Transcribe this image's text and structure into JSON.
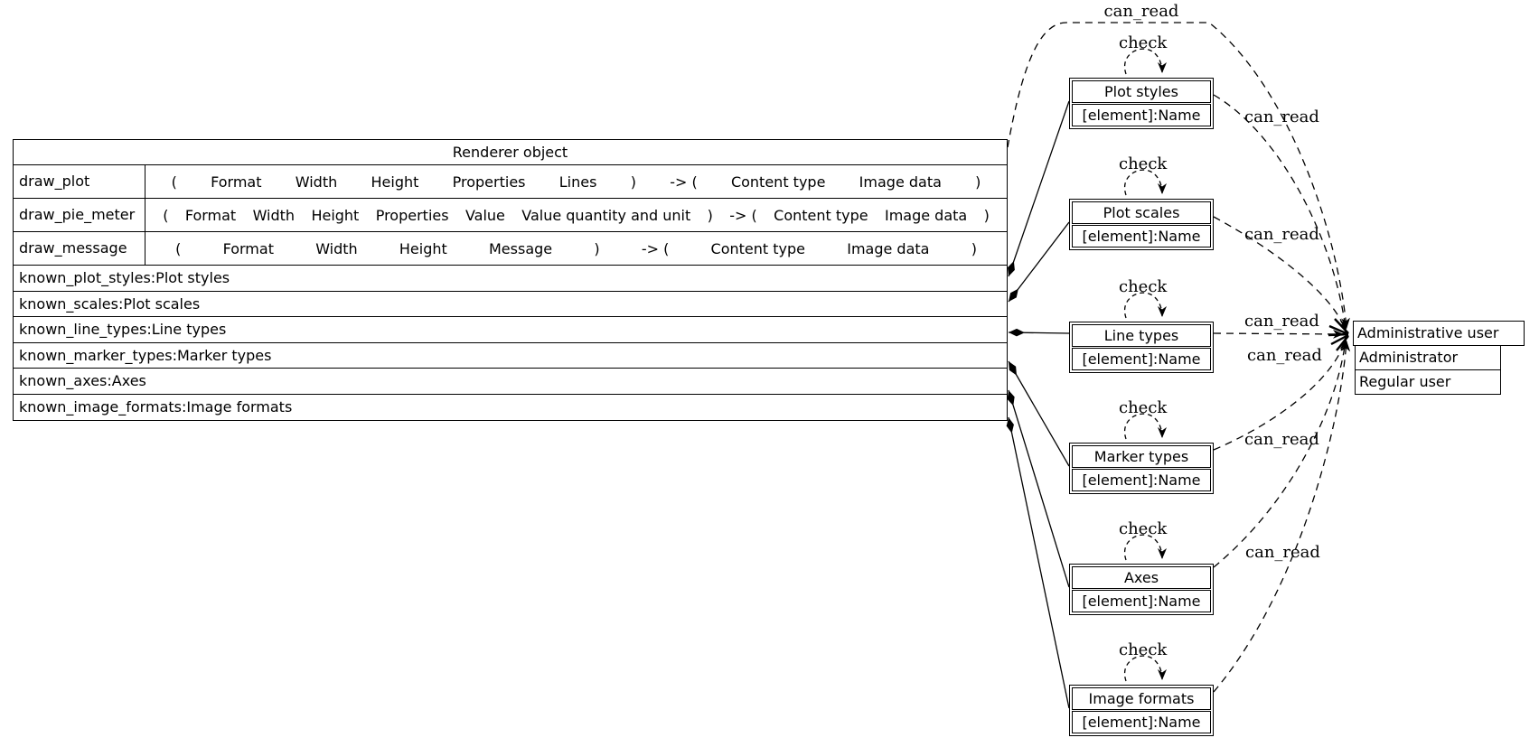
{
  "diagram_type": "uml-class-diagram",
  "renderer": {
    "title": "Renderer object",
    "methods": [
      {
        "name": "draw_plot",
        "signature": [
          "(",
          "Format",
          "Width",
          "Height",
          "Properties",
          "Lines",
          ")",
          "-> (",
          "Content type",
          "Image data",
          ")"
        ]
      },
      {
        "name": "draw_pie_meter",
        "signature": [
          "(",
          "Format",
          "Width",
          "Height",
          "Properties",
          "Value",
          "Value quantity and unit",
          ")",
          "-> (",
          "Content type",
          "Image data",
          ")"
        ]
      },
      {
        "name": "draw_message",
        "signature": [
          "(",
          "Format",
          "Width",
          "Height",
          "Message",
          ")",
          "-> (",
          "Content type",
          "Image data",
          ")"
        ]
      }
    ],
    "attributes": [
      "known_plot_styles:Plot styles",
      "known_scales:Plot scales",
      "known_line_types:Line types",
      "known_marker_types:Marker types",
      "known_axes:Axes",
      "known_image_formats:Image formats"
    ]
  },
  "collections": [
    {
      "title": "Plot styles",
      "element": "[element]:Name"
    },
    {
      "title": "Plot scales",
      "element": "[element]:Name"
    },
    {
      "title": "Line types",
      "element": "[element]:Name"
    },
    {
      "title": "Marker types",
      "element": "[element]:Name"
    },
    {
      "title": "Axes",
      "element": "[element]:Name"
    },
    {
      "title": "Image formats",
      "element": "[element]:Name"
    }
  ],
  "users": {
    "title": "Administrative user",
    "rows": [
      "Administrator",
      "Regular user"
    ]
  },
  "labels": {
    "can_read": "can_read",
    "check": "check"
  },
  "colors": {
    "line": "#000000",
    "background": "#ffffff",
    "text": "#000000"
  }
}
